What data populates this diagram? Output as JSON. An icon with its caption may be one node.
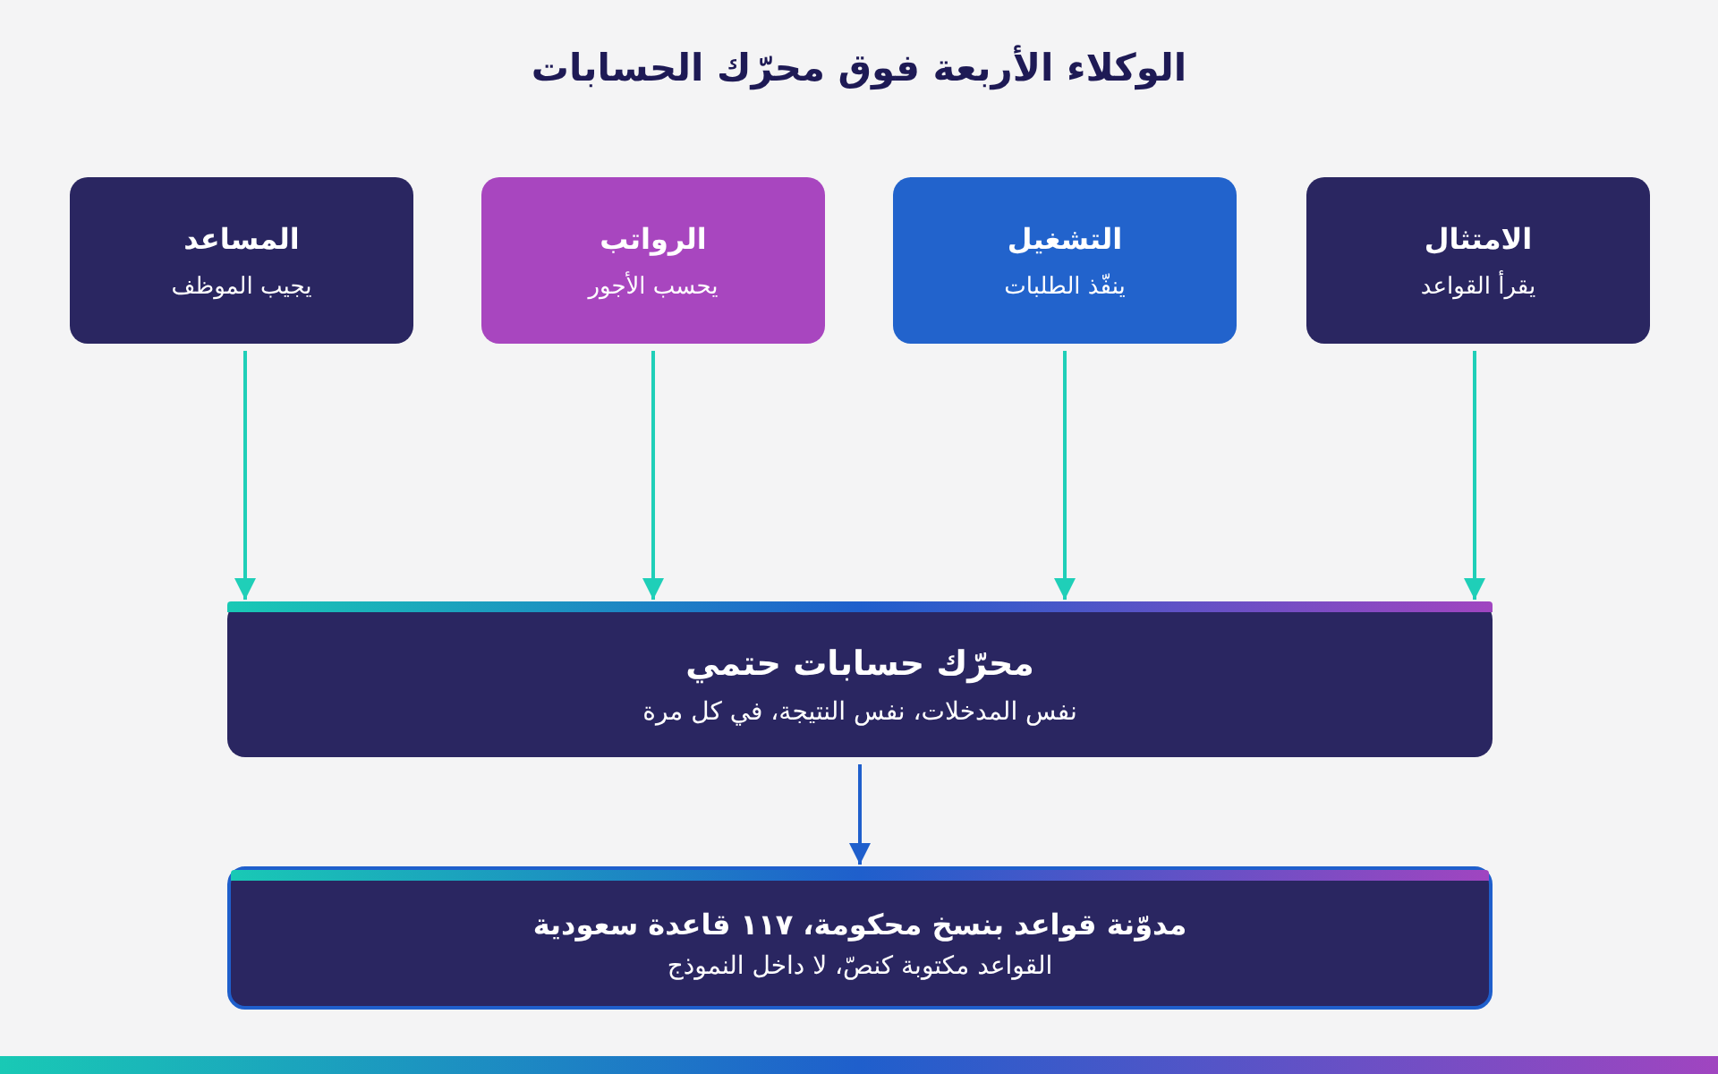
{
  "diagram": {
    "title": "الوكلاء الأربعة فوق محرّك الحسابات",
    "nodes": [
      {
        "text": [
          "الامتثال",
          "يقرأ القواعد"
        ]
      },
      {
        "text": [
          "التشغيل",
          "ينفّذ الطلبات"
        ]
      },
      {
        "text": [
          "الرواتب",
          "يحسب الأجور"
        ]
      },
      {
        "text": [
          "المساعد",
          "يجيب الموظف"
        ]
      },
      {
        "text": [
          "محرّك حسابات حتمي",
          "نفس المدخلات، نفس النتيجة، في كل مرة"
        ]
      },
      {
        "text": [
          "مدوّنة قواعد بنسخ محكومة، ١١٧ قاعدة سعودية",
          "القواعد مكتوبة كنصّ، لا داخل النموذج"
        ]
      }
    ],
    "edges": [
      {
        "from": 0,
        "to": 4,
        "arrow": "to"
      },
      {
        "from": 1,
        "to": 4,
        "arrow": "to"
      },
      {
        "from": 2,
        "to": 4,
        "arrow": "to"
      },
      {
        "from": 3,
        "to": 4,
        "arrow": "to"
      },
      {
        "from": 4,
        "to": 5,
        "arrow": "to",
        "color": "#1f5fcc"
      }
    ]
  }
}
